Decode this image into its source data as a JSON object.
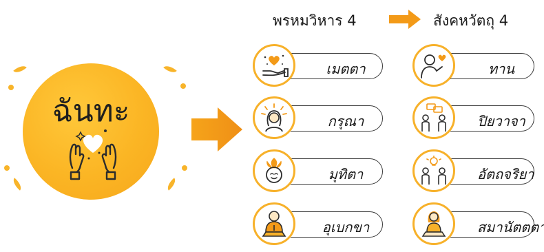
{
  "center": {
    "title": "ฉันทะ",
    "icon": "heart-hands-icon"
  },
  "headers": {
    "left": "พรหมวิหาร 4",
    "right": "สังคหวัตถุ 4"
  },
  "left_items": [
    {
      "label": "เมตตา",
      "icon": "heart-in-hand-icon"
    },
    {
      "label": "กรุณา",
      "icon": "radiant-person-icon"
    },
    {
      "label": "มุทิตา",
      "icon": "lotus-head-icon"
    },
    {
      "label": "อุเบกขา",
      "icon": "monk-meditating-icon"
    }
  ],
  "right_items": [
    {
      "label": "ทาน",
      "icon": "person-giving-heart-icon"
    },
    {
      "label": "ปิยวาจา",
      "icon": "two-people-talking-icon"
    },
    {
      "label": "อัตถจริยา",
      "icon": "two-people-idea-icon"
    },
    {
      "label": "สมานัตตตา",
      "icon": "woman-meditating-icon"
    }
  ],
  "colors": {
    "accent": "#f7b12a",
    "arrow": "#f39a18",
    "outline": "#3a3a3a"
  }
}
